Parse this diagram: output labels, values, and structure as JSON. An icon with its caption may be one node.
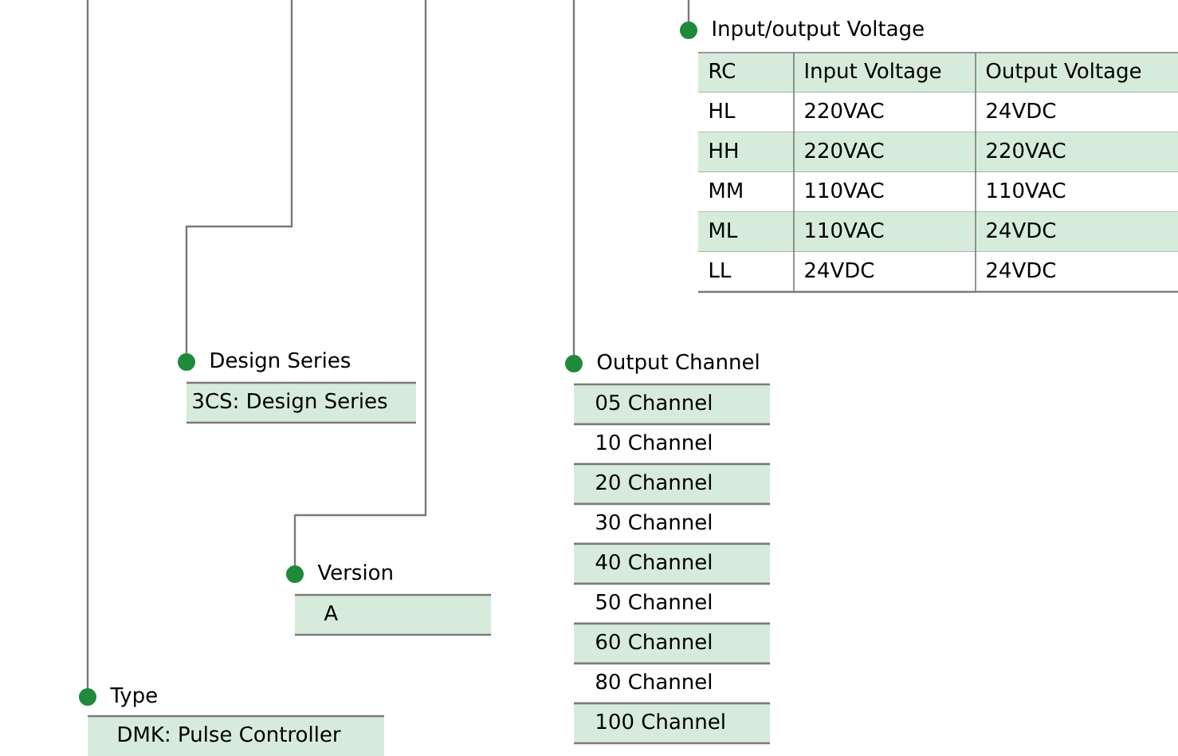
{
  "diagram": {
    "nodes": [
      {
        "text": [
          "Input/output Voltage"
        ]
      },
      {
        "text": [
          "Design Series",
          "3CS: Design Series"
        ]
      },
      {
        "text": [
          "Output Channel",
          "05 Channel",
          "10 Channel",
          "20 Channel",
          "30 Channel",
          "40 Channel",
          "50 Channel",
          "60 Channel",
          "80 Channel",
          "100 Channel"
        ]
      },
      {
        "text": [
          "Version",
          "A"
        ]
      },
      {
        "text": [
          "Type",
          "DMK: Pulse Controller"
        ]
      }
    ],
    "edges": [
      {
        "from": null,
        "to": 0,
        "arrow": "other"
      },
      {
        "from": null,
        "to": 1,
        "arrow": "other"
      },
      {
        "from": null,
        "to": 2,
        "arrow": "other"
      },
      {
        "from": null,
        "to": 3,
        "arrow": "other"
      },
      {
        "from": null,
        "to": 4,
        "arrow": "other"
      }
    ],
    "labels": [
      "RC",
      "Input Voltage",
      "Output Voltage",
      "HL",
      "220VAC",
      "24VDC",
      "HH",
      "220VAC",
      "220VAC",
      "MM",
      "110VAC",
      "110VAC",
      "ML",
      "110VAC",
      "24VDC",
      "LL",
      "24VDC",
      "24VDC"
    ]
  }
}
